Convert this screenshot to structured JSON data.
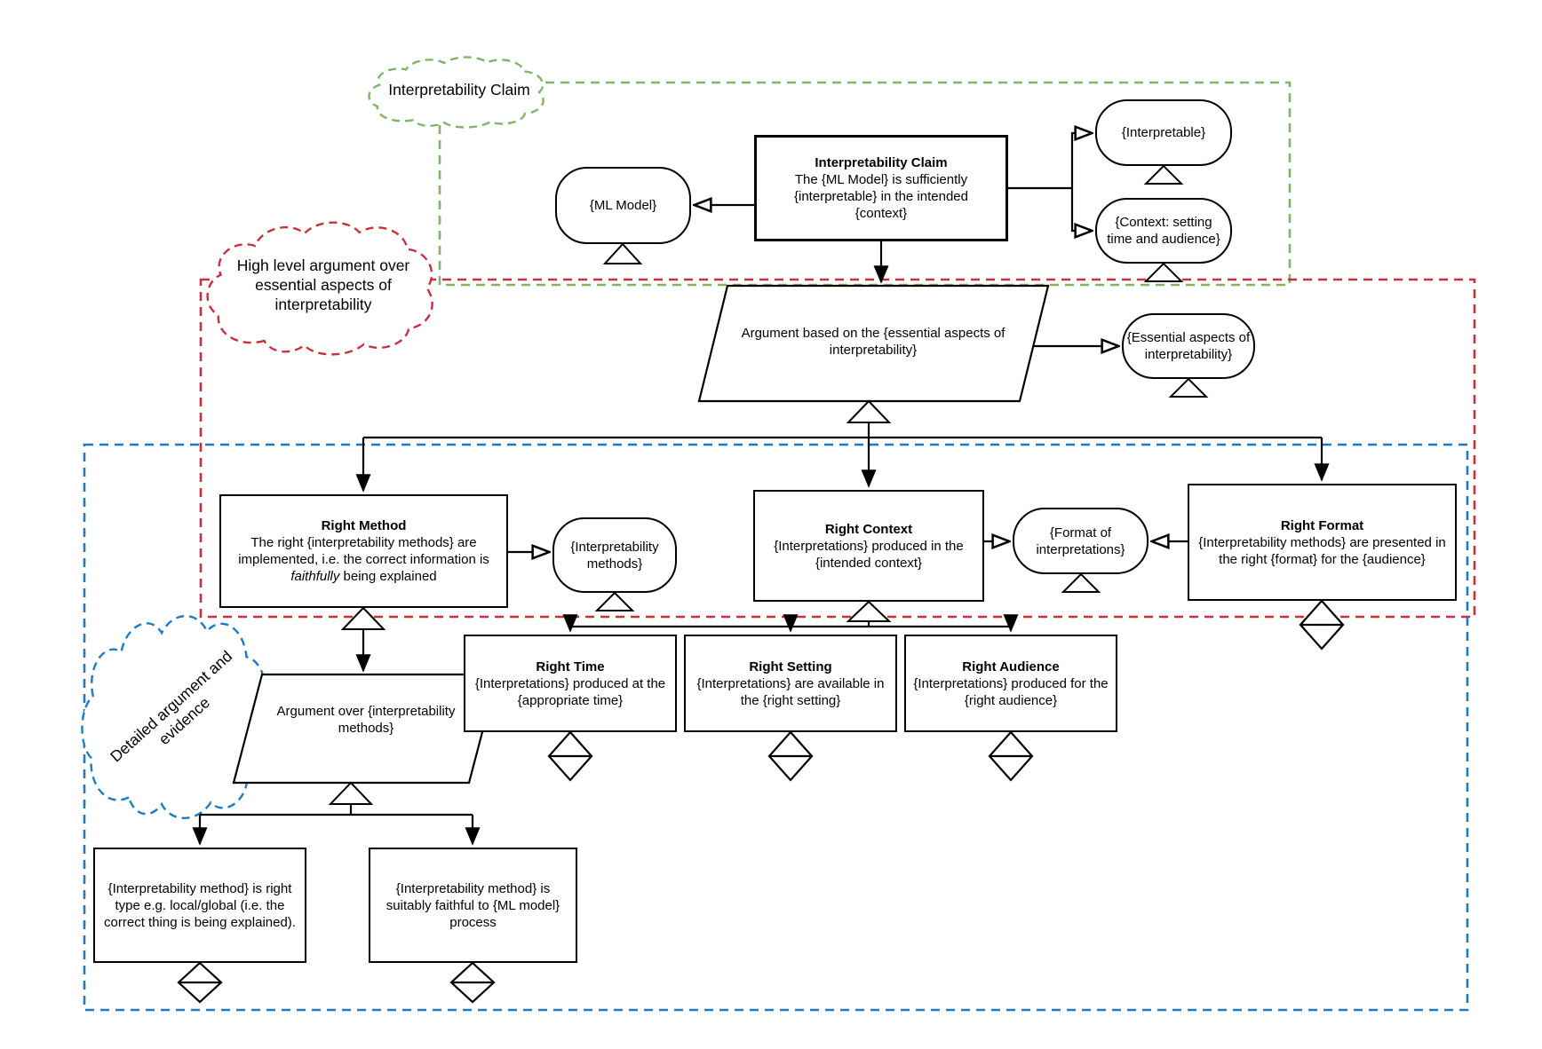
{
  "regions": {
    "claim": {
      "label": "Interpretability Claim",
      "color": "#82b366"
    },
    "high_level": {
      "label_line1": "High level argument over",
      "label_line2": "essential aspects of",
      "label_line3": "interpretability",
      "color": "#c9303e"
    },
    "detailed": {
      "label": "Detailed argument and evidence",
      "color": "#1e7bbf"
    }
  },
  "nodes": {
    "claim": {
      "title": "Interpretability Claim",
      "body": "The {ML Model} is sufficiently {interpretable} in the intended {context}"
    },
    "ml_model": {
      "label": "{ML Model}"
    },
    "interpretable": {
      "label": "{Interpretable}"
    },
    "context": {
      "label": "{Context: setting time and audience}"
    },
    "arg_essential": {
      "label": "Argument based on the {essential aspects of interpretability}"
    },
    "essential": {
      "label": "{Essential aspects of interpretability}"
    },
    "right_method": {
      "title": "Right Method",
      "body_pre": "The right {interpretability methods} are implemented, i.e. the correct information is ",
      "body_italic": "faithfully",
      "body_post": " being explained"
    },
    "interp_methods": {
      "label": "{Interpretability methods}"
    },
    "right_context": {
      "title": "Right  Context",
      "body": "{Interpretations} produced in the {intended context}"
    },
    "format": {
      "label": "{Format of interpretations}"
    },
    "right_format": {
      "title": "Right Format",
      "body": "{Interpretability methods} are presented in the right {format} for the {audience}"
    },
    "arg_methods": {
      "label": "Argument over {interpretability methods}"
    },
    "right_time": {
      "title": "Right Time",
      "body": "{Interpretations} produced at the {appropriate time}"
    },
    "right_setting": {
      "title": "Right Setting",
      "body": "{Interpretations} are available in the {right setting}"
    },
    "right_audience": {
      "title": "Right Audience",
      "body": "{Interpretations} produced for the {right audience}"
    },
    "method_type": {
      "label": "{Interpretability method} is right type e.g. local/global (i.e. the correct thing is being explained)."
    },
    "method_faithful": {
      "label": "{Interpretability method} is suitably faithful to {ML model} process"
    }
  }
}
